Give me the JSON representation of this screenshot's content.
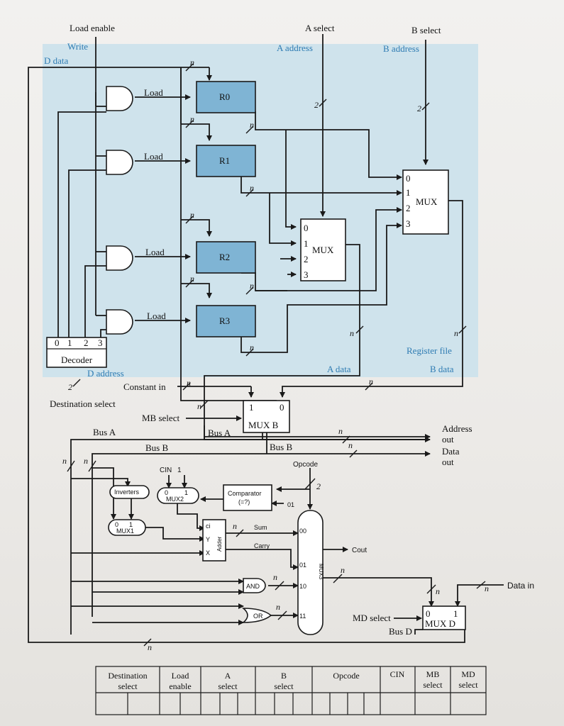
{
  "top_labels": {
    "load_enable": "Load enable",
    "write": "Write",
    "d_data": "D data",
    "a_select": "A select",
    "a_address": "A address",
    "b_select": "B select",
    "b_address": "B address"
  },
  "widths": {
    "n": "n",
    "two": "2"
  },
  "registers": [
    "R0",
    "R1",
    "R2",
    "R3"
  ],
  "load_label": "Load",
  "mux_a": {
    "label": "MUX",
    "inputs": [
      "0",
      "1",
      "2",
      "3"
    ]
  },
  "mux_b_reg": {
    "label": "MUX",
    "inputs": [
      "0",
      "1",
      "2",
      "3"
    ]
  },
  "decoder": {
    "label": "Decoder",
    "outputs": [
      "0",
      "1",
      "2",
      "3"
    ],
    "d_address": "D address"
  },
  "register_file": "Register file",
  "a_data": "A data",
  "b_data": "B data",
  "constant_in": "Constant in",
  "destination_select": "Destination select",
  "mb_select": "MB select",
  "mux_b": {
    "label": "MUX B",
    "in1": "1",
    "in0": "0"
  },
  "bus_a": "Bus A",
  "bus_b": "Bus B",
  "address_out": [
    "Address",
    "out"
  ],
  "data_out": [
    "Data",
    "out"
  ],
  "opcode": "Opcode",
  "cin": "CIN",
  "cin_value": "1",
  "inverters": "Inverters",
  "mux2": {
    "label": "MUX2",
    "in0": "0",
    "in1": "1"
  },
  "mux1": {
    "label": "MUX1",
    "in0": "0",
    "in1": "1"
  },
  "comparator": [
    "Comparator",
    "(=?)"
  ],
  "cmp_code": "01",
  "adder": {
    "label": "Adder",
    "ci": "ci",
    "y": "Y",
    "x": "X"
  },
  "sum": "Sum",
  "carry": "Carry",
  "mux3": {
    "label": "MUX3",
    "codes": [
      "00",
      "01",
      "10",
      "11"
    ]
  },
  "cout": "Cout",
  "and_gate": "AND",
  "or_gate": "OR",
  "data_in": "Data in",
  "md_select": "MD select",
  "bus_d": "Bus D",
  "mux_d": {
    "label": "MUX D",
    "in0": "0",
    "in1": "1"
  },
  "table": {
    "headers": [
      [
        "Destination",
        "select"
      ],
      [
        "Load",
        "enable"
      ],
      [
        "A",
        "select"
      ],
      [
        "B",
        "select"
      ],
      [
        "Opcode"
      ],
      [
        "CIN"
      ],
      [
        "MB",
        "select"
      ],
      [
        "MD",
        "select"
      ]
    ]
  },
  "colors": {
    "register_file_bg": "#cfe3ec",
    "register_fill": "#7fb4d4",
    "blue_text": "#2f7cb3",
    "line": "#1a1a1a"
  }
}
